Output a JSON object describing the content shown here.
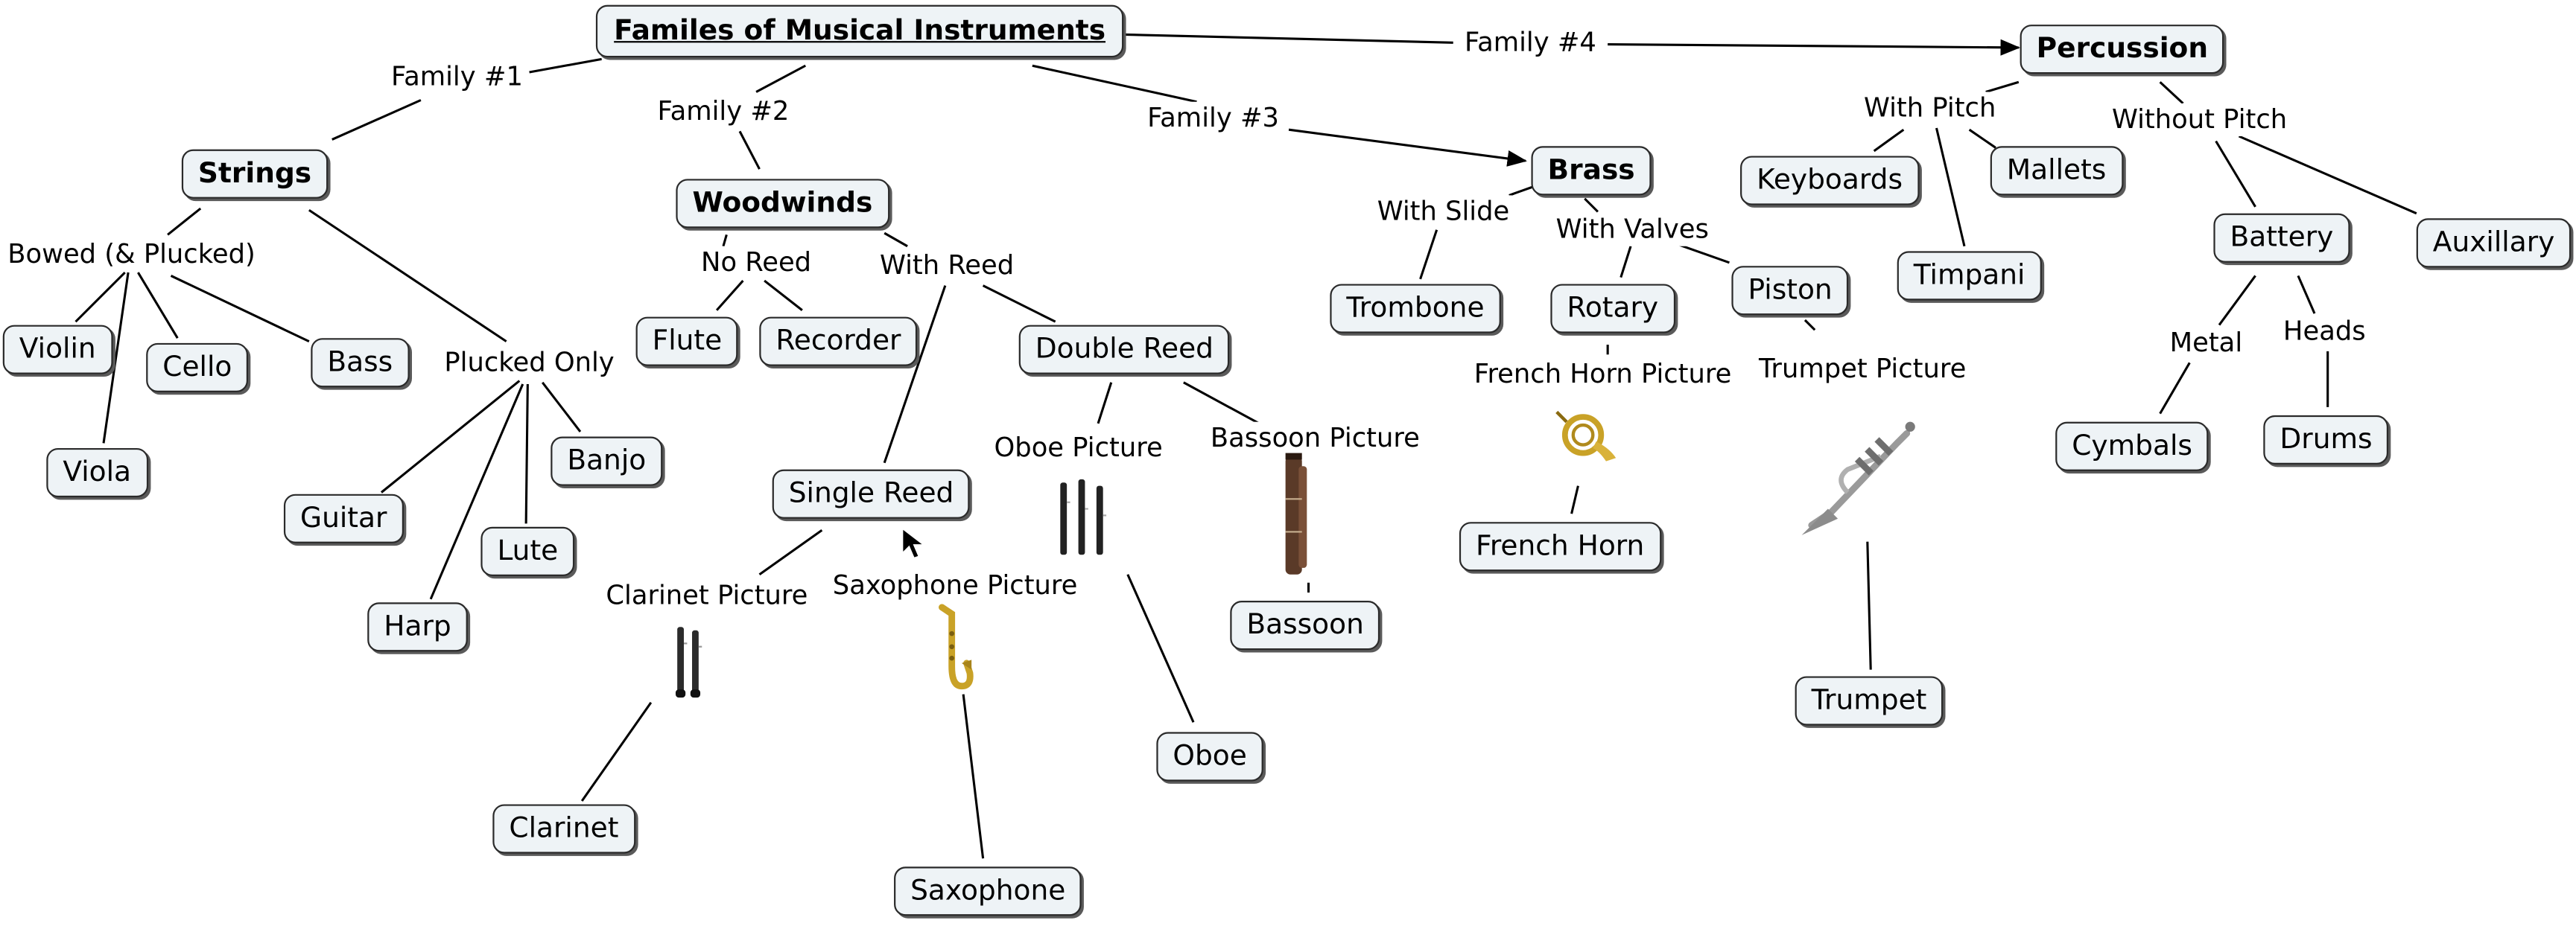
{
  "root": {
    "label": "Familes of Musical Instruments"
  },
  "families": {
    "f1": {
      "link_label": "Family #1",
      "label": "Strings"
    },
    "f2": {
      "link_label": "Family #2",
      "label": "Woodwinds"
    },
    "f3": {
      "link_label": "Family #3",
      "label": "Brass"
    },
    "f4": {
      "link_label": "Family #4",
      "label": "Percussion"
    }
  },
  "strings": {
    "bowed": "Bowed (& Plucked)",
    "plucked_only": "Plucked Only",
    "violin": "Violin",
    "viola": "Viola",
    "cello": "Cello",
    "bass": "Bass",
    "guitar": "Guitar",
    "harp": "Harp",
    "lute": "Lute",
    "banjo": "Banjo"
  },
  "woodwinds": {
    "no_reed": "No Reed",
    "with_reed": "With Reed",
    "flute": "Flute",
    "recorder": "Recorder",
    "single_reed": "Single Reed",
    "double_reed": "Double Reed",
    "clarinet_picture": "Clarinet Picture",
    "saxophone_picture": "Saxophone Picture",
    "oboe_picture": "Oboe Picture",
    "bassoon_picture": "Bassoon Picture",
    "clarinet": "Clarinet",
    "saxophone": "Saxophone",
    "oboe": "Oboe",
    "bassoon": "Bassoon"
  },
  "brass": {
    "with_slide": "With Slide",
    "with_valves": "With Valves",
    "trombone": "Trombone",
    "rotary": "Rotary",
    "piston": "Piston",
    "french_horn_picture": "French Horn Picture",
    "trumpet_picture": "Trumpet Picture",
    "french_horn": "French Horn",
    "trumpet": "Trumpet"
  },
  "percussion": {
    "with_pitch": "With Pitch",
    "without_pitch": "Without Pitch",
    "keyboards": "Keyboards",
    "mallets": "Mallets",
    "timpani": "Timpani",
    "battery": "Battery",
    "auxillary": "Auxillary",
    "metal": "Metal",
    "heads": "Heads",
    "cymbals": "Cymbals",
    "drums": "Drums"
  },
  "icons": {
    "clarinet": "clarinet-icon",
    "saxophone": "saxophone-icon",
    "oboe": "oboe-icon",
    "bassoon": "bassoon-icon",
    "french_horn": "french-horn-icon",
    "trumpet": "trumpet-icon",
    "cursor": "mouse-cursor-icon"
  },
  "colors": {
    "node_fill": "#eef3f6",
    "node_border": "#2a2a2a",
    "line": "#000000",
    "brass_metal": "#c9a227"
  }
}
